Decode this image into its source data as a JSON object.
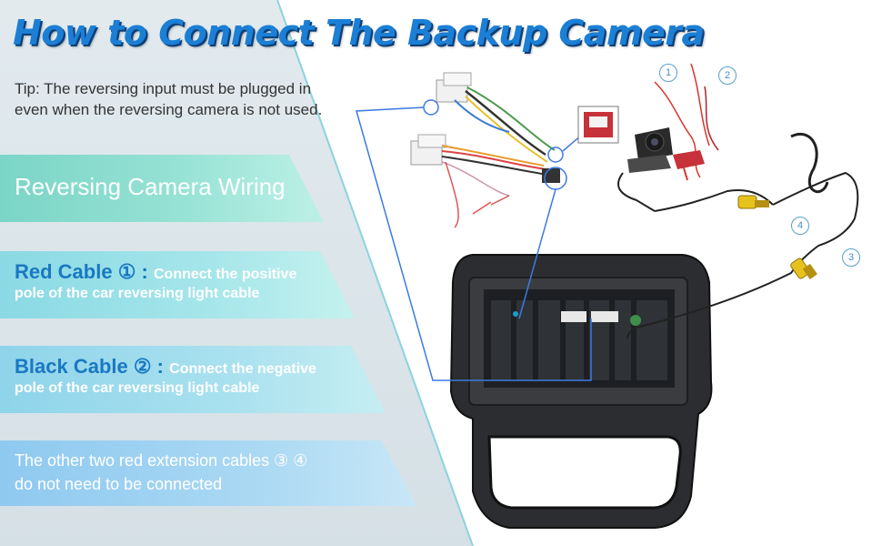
{
  "headline": "How to Connect The Backup Camera",
  "tip": {
    "line1": "Tip: The reversing input must be plugged in",
    "line2": "even when the reversing camera is not used."
  },
  "banners": {
    "title": "Reversing Camera Wiring",
    "red": {
      "label": "Red Cable ① :",
      "desc_line1": "Connect the positive",
      "desc_line2": "pole of the car reversing light cable"
    },
    "black": {
      "label": "Black Cable ② :",
      "desc_line1": "Connect the negative",
      "desc_line2": "pole of the car reversing light cable"
    },
    "other": {
      "line1": "The other two red extension cables ③ ④",
      "line2": "do not need to be connected"
    }
  },
  "diagram_labels": {
    "n1": "1",
    "n2": "2",
    "n3": "3",
    "n4": "4"
  },
  "colors": {
    "headline": "#1b7fd6",
    "headline_shadow": "#0d3f78",
    "banner_title_bg": "#7bd5c6",
    "highlight_text": "#1a78c2",
    "callout_line": "#3b7be0",
    "red_wire": "#d9342b",
    "yellow_connector": "#e8c21c"
  },
  "icons": [
    "camera-icon",
    "wiring-harness-icon",
    "car-stereo-frame-icon",
    "rca-connector-icon",
    "fuse-clip-icon"
  ]
}
